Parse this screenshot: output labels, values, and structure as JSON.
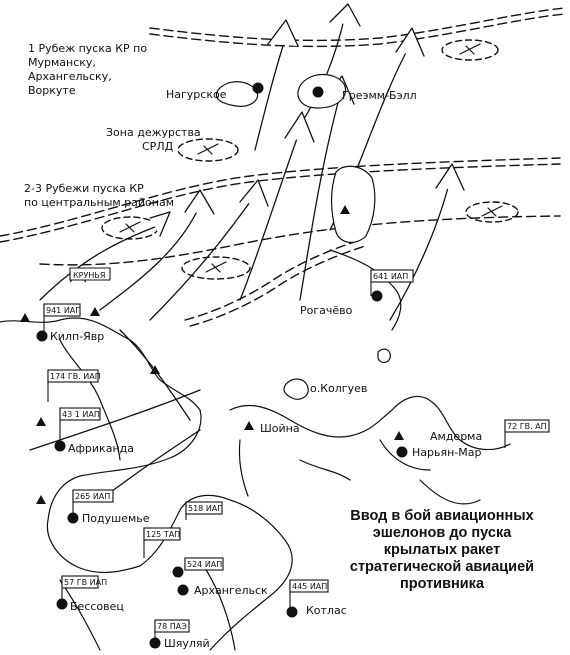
{
  "zones": {
    "line1": [
      "1 Рубеж пуска КР по",
      "Мурманску,",
      "Архангельску,",
      "Воркуте"
    ],
    "duty": [
      "Зона дежурства",
      "СРЛД"
    ],
    "line23": [
      "2-3 Рубежи пуска КР",
      "по центральным районам"
    ]
  },
  "places": {
    "nagurskoe": "Нагурское",
    "gremm": "Греэмм-Бэлл",
    "rogachevo": "Рогачёво",
    "kolguev": "о.Колгуев",
    "shoina": "Шойна",
    "amderma": "Амдерма",
    "naryan": "Нарьян-Мар",
    "kilp": "Килп-Явр",
    "afrikanda": "Африканда",
    "podushemye": "Подушемье",
    "arkhangelsk": "Архангельск",
    "kotlas": "Котлас",
    "bessovets": "Бессовец",
    "shyaulyai": "Шяуляй",
    "krunya": "КРУНЬЯ"
  },
  "units": {
    "u641": "641 ИАП",
    "u941": "941 ИАП",
    "u174": "174 ГВ. ИАП",
    "u431": "43 1 ИАП",
    "u265": "265 ИАП",
    "u518": "518 ИАП",
    "u125": "125 ТАП",
    "u524": "524 ИАП",
    "u445": "445 ИАП",
    "u57": "57 ГВ ИАП",
    "u78": "78 ПАЭ",
    "u72": "72 ГВ. АП"
  },
  "caption": [
    "Ввод в бой авиационных",
    "эшелонов до пуска",
    "крылатых ракет",
    "стратегической авиацией",
    "противника"
  ]
}
